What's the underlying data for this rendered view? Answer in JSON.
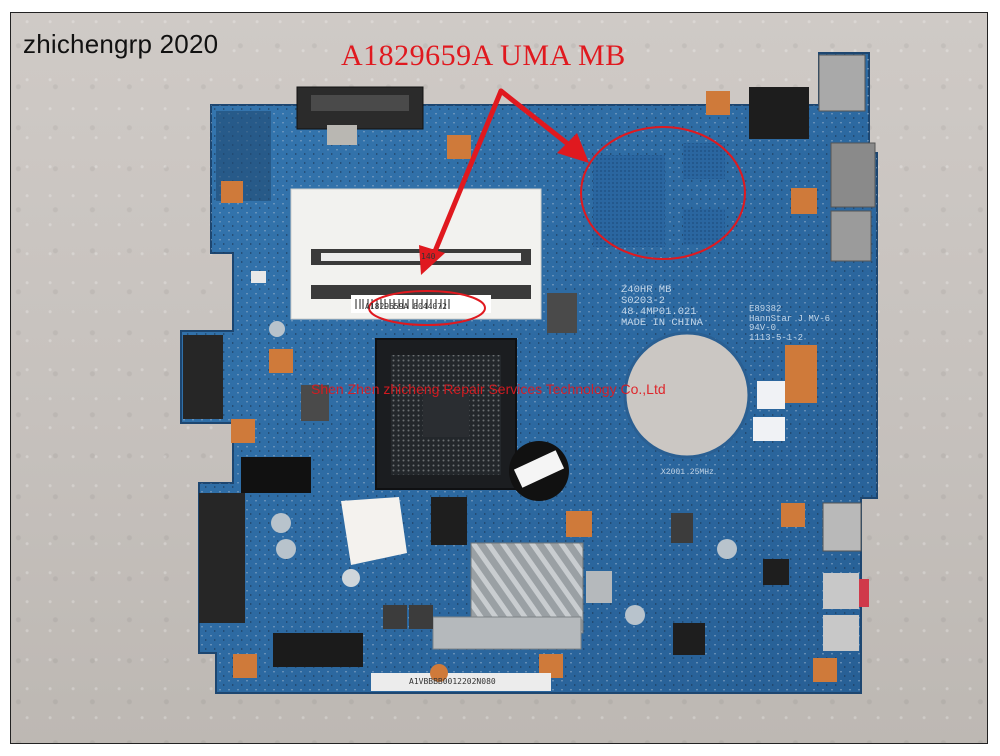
{
  "watermark": "zhichengrp 2020",
  "headline": "A1829659A UMA MB",
  "overlay": "Shen Zhen zhicheng Repair Services Technology Co.,Ltd",
  "board_silk": {
    "model": "Z40HR MB",
    "code": "S0203-2",
    "part": "48.4MP01.021",
    "origin": "MADE IN CHINA",
    "lot": "E89382",
    "vendor": "HannStar J",
    "grade": "94V-0",
    "mv": "MV-6",
    "date": "1113-5-1-2",
    "xtal": "X2001 25MHz"
  },
  "ram_sticker": "A1829659A 8044072",
  "ram_slot_label": "140",
  "bottom_sticker": "A1VBBBB0012202N080",
  "colors": {
    "pcb": "#2f6ea6",
    "arrow": "#e0191f",
    "highlight": "#e0191f",
    "pad": "#cf7a3a"
  }
}
